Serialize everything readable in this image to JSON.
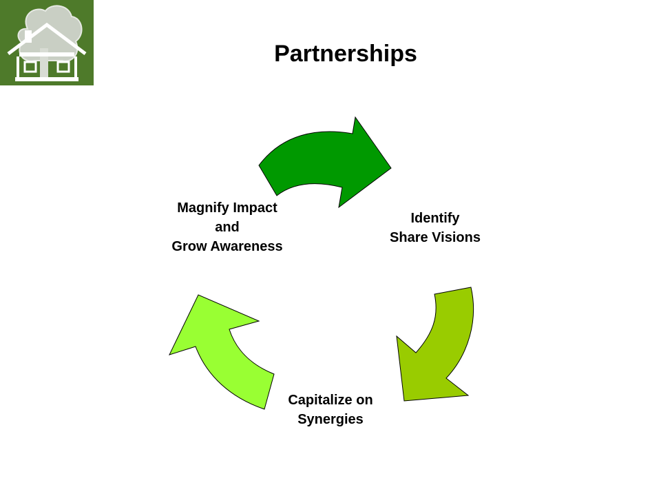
{
  "slide": {
    "title": "Partnerships"
  },
  "cycle": {
    "steps": [
      {
        "id": "identify",
        "lines": [
          "Identify",
          "Share Visions"
        ]
      },
      {
        "id": "capitalize",
        "lines": [
          "Capitalize on",
          "Synergies"
        ]
      },
      {
        "id": "magnify",
        "lines": [
          "Magnify Impact",
          "and",
          "Grow Awareness"
        ]
      }
    ],
    "arrow_colors": {
      "top": "#009900",
      "right": "#99cc00",
      "left": "#99ff33"
    }
  },
  "logo": {
    "icon": "house-tree-icon",
    "background_color": "#4e7a2a"
  }
}
